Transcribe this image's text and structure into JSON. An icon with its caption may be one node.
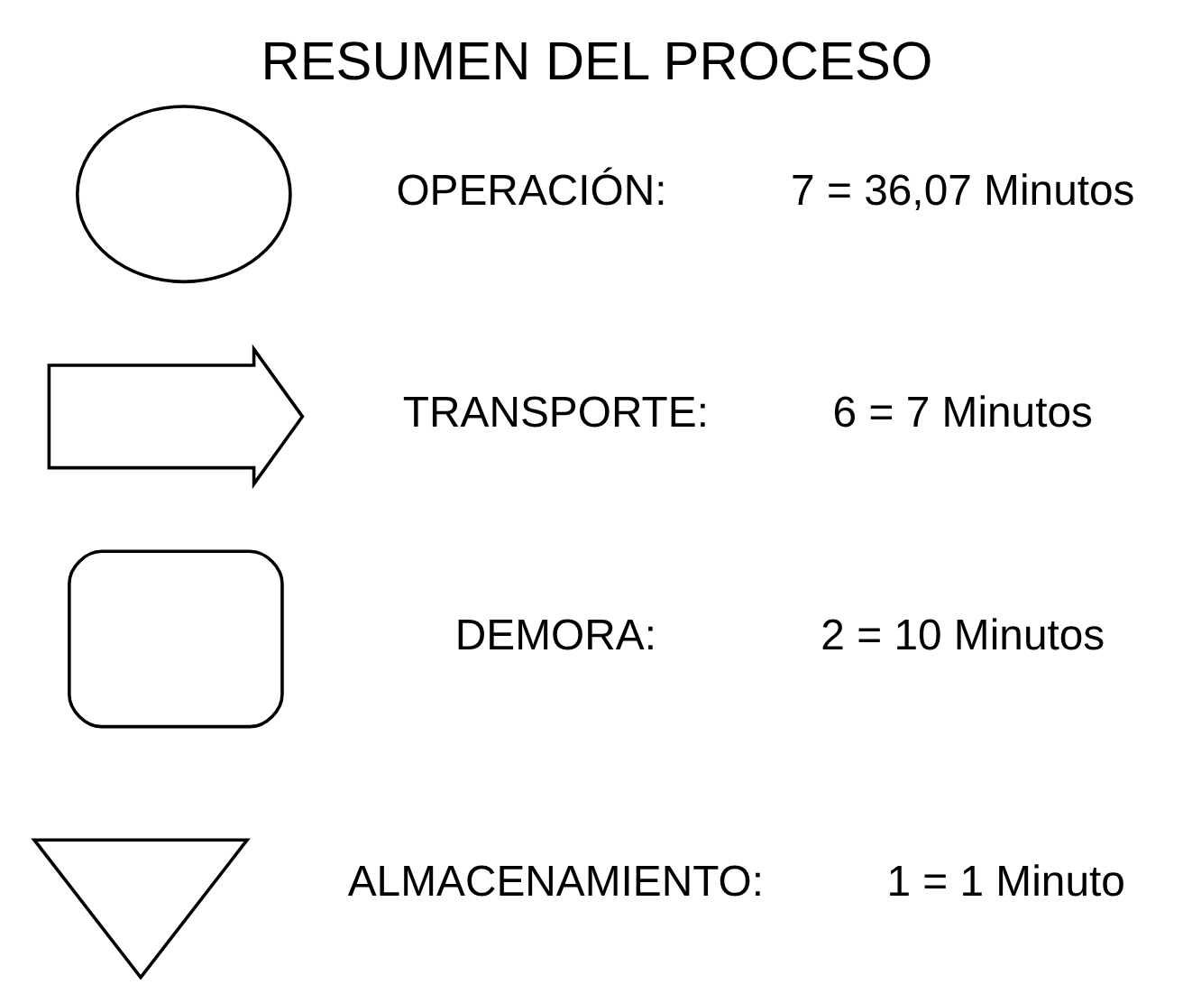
{
  "diagram": {
    "title": "RESUMEN DEL PROCESO",
    "nodes": [
      {
        "text": [],
        "shape": "circle",
        "beside": [
          "OPERACIÓN:",
          "7 = 36,07 Minutos"
        ]
      },
      {
        "text": [],
        "shape": "arrow",
        "beside": [
          "TRANSPORTE:",
          "6 = 7 Minutos"
        ]
      },
      {
        "text": [],
        "shape": "delay",
        "beside": [
          "DEMORA:",
          "2 = 10 Minutos"
        ]
      },
      {
        "text": [],
        "shape": "triangle",
        "beside": [
          "ALMACENAMIENTO:",
          "1 = 1 Minuto"
        ]
      }
    ],
    "edges": []
  }
}
